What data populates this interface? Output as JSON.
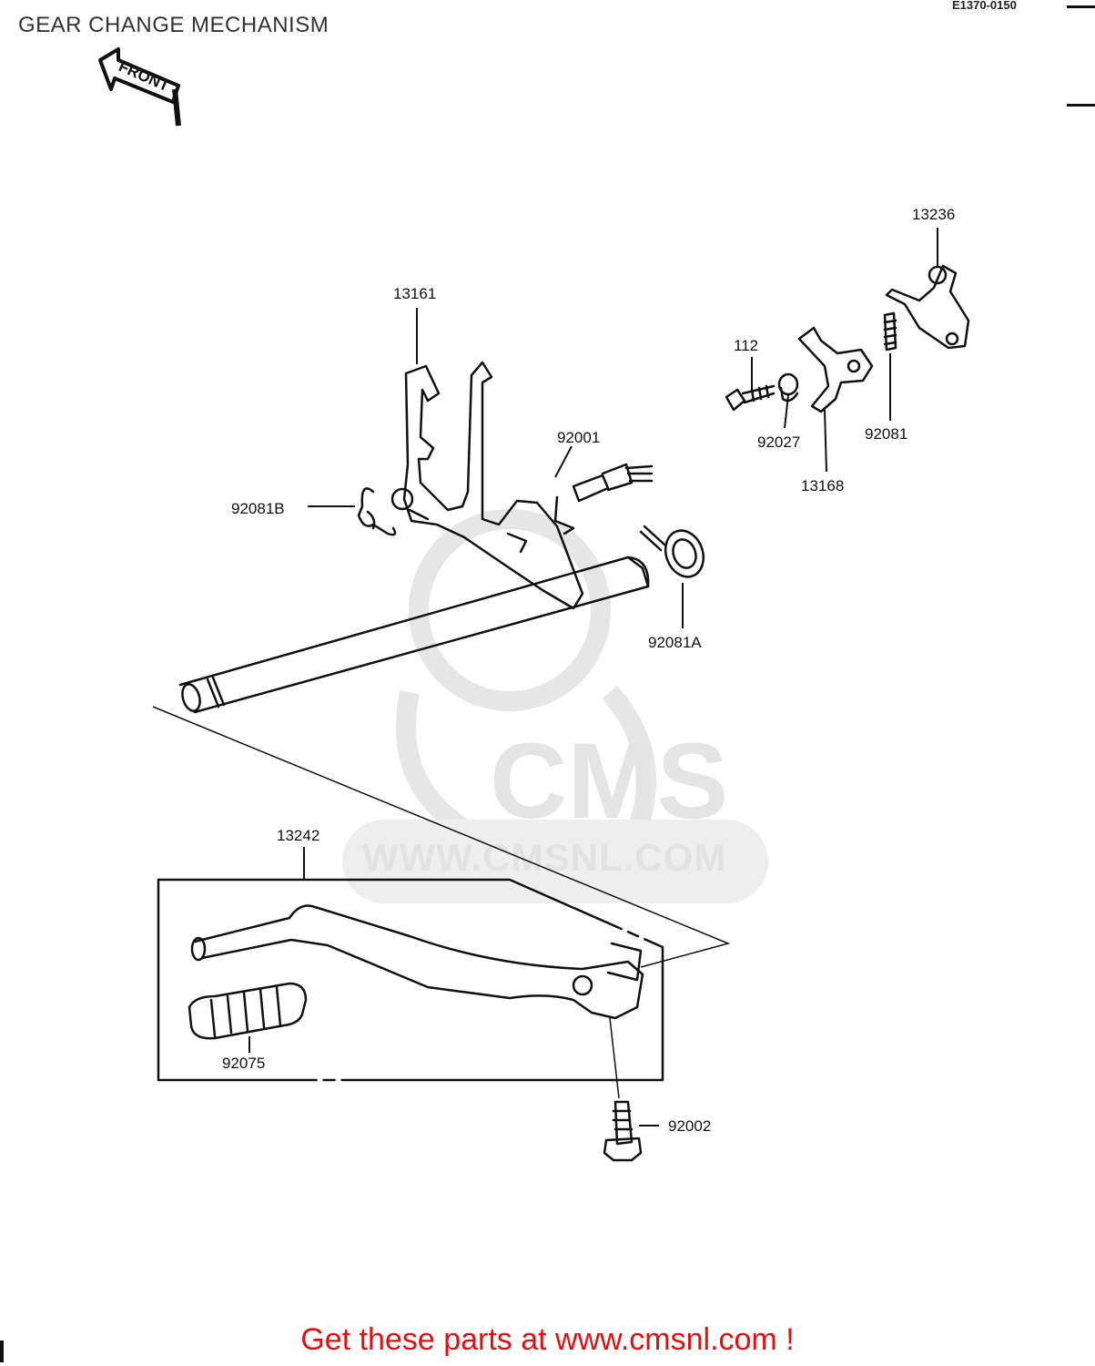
{
  "header": {
    "title": "GEAR CHANGE MECHANISM",
    "diagram_code": "E1370-0150"
  },
  "orientation_badge": {
    "label": "FRONT"
  },
  "parts": [
    {
      "id": "13161",
      "label": "13161"
    },
    {
      "id": "13236",
      "label": "13236"
    },
    {
      "id": "112",
      "label": "112"
    },
    {
      "id": "92027",
      "label": "92027"
    },
    {
      "id": "92081",
      "label": "92081"
    },
    {
      "id": "13168",
      "label": "13168"
    },
    {
      "id": "92001",
      "label": "92001"
    },
    {
      "id": "92081B",
      "label": "92081B"
    },
    {
      "id": "92081A",
      "label": "92081A"
    },
    {
      "id": "13242",
      "label": "13242"
    },
    {
      "id": "92075",
      "label": "92075"
    },
    {
      "id": "92002",
      "label": "92002"
    }
  ],
  "watermark": {
    "brand": "CMS",
    "domain": "WWW.CMSNL.COM"
  },
  "footer": {
    "promo": "Get these parts at www.cmsnl.com !"
  },
  "colors": {
    "ink": "#111111",
    "watermark": "#e2e2e2",
    "promo": "#e01010"
  }
}
